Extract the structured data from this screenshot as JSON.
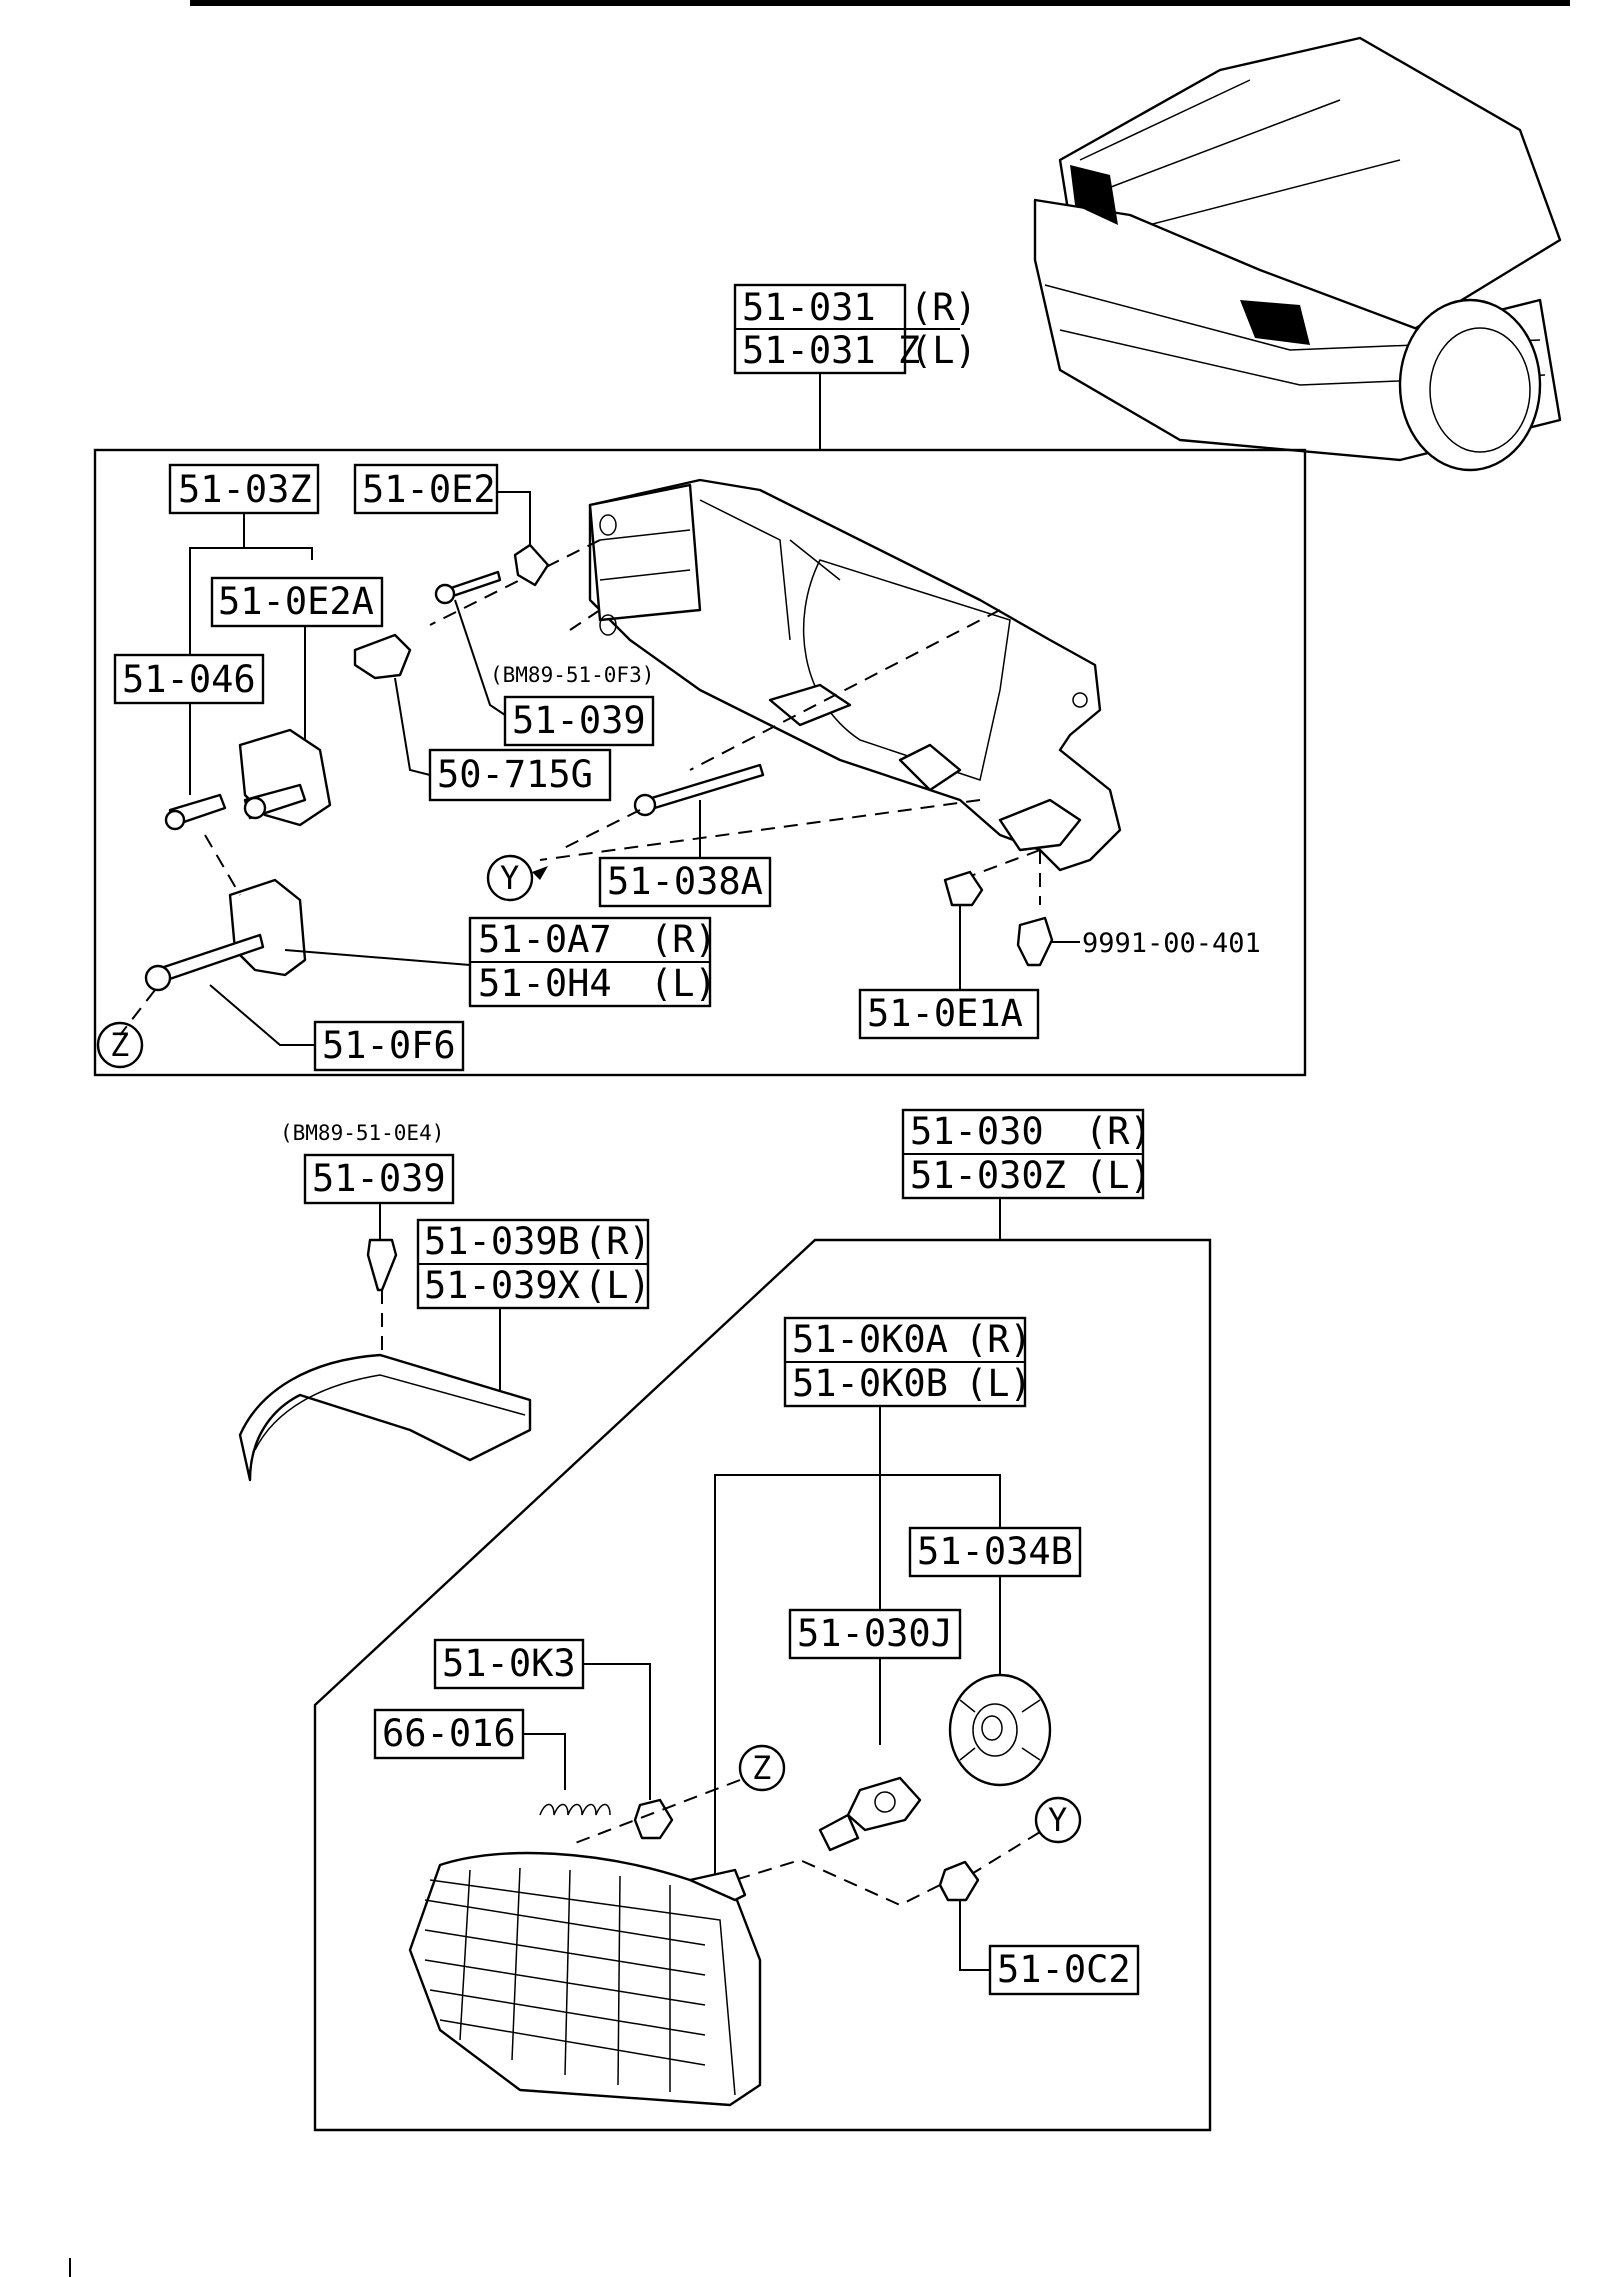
{
  "labels": {
    "housing_r": "51-031",
    "housing_r_side": "(R)",
    "housing_l": "51-031 Z",
    "housing_l_side": "(L)",
    "p_03z": "51-03Z",
    "p_0e2": "51-0E2",
    "p_0e2a": "51-0E2A",
    "p_046": "51-046",
    "p_039_upper": "51-039",
    "p_039_upper_note": "(BM89-51-0F3)",
    "p_715g": "50-715G",
    "p_038a": "51-038A",
    "p_0a7": "51-0A7",
    "p_0a7_side": "(R)",
    "p_0h4": "51-0H4",
    "p_0h4_side": "(L)",
    "p_0f6": "51-0F6",
    "p_9991": "9991-00-401",
    "p_0e1a": "51-0E1A",
    "p_039_lower_note": "(BM89-51-0E4)",
    "p_039_lower": "51-039",
    "p_039b": "51-039B",
    "p_039b_side": "(R)",
    "p_039x": "51-039X",
    "p_039x_side": "(L)",
    "lamp_r": "51-030",
    "lamp_r_side": "(R)",
    "lamp_l": "51-030Z",
    "lamp_l_side": "(L)",
    "p_0k0a": "51-0K0A",
    "p_0k0a_side": "(R)",
    "p_0k0b": "51-0K0B",
    "p_0k0b_side": "(L)",
    "p_034b": "51-034B",
    "p_030j": "51-030J",
    "p_0k3": "51-0K3",
    "p_66016": "66-016",
    "p_0c2": "51-0C2",
    "marker_y": "Y",
    "marker_z": "Z"
  }
}
